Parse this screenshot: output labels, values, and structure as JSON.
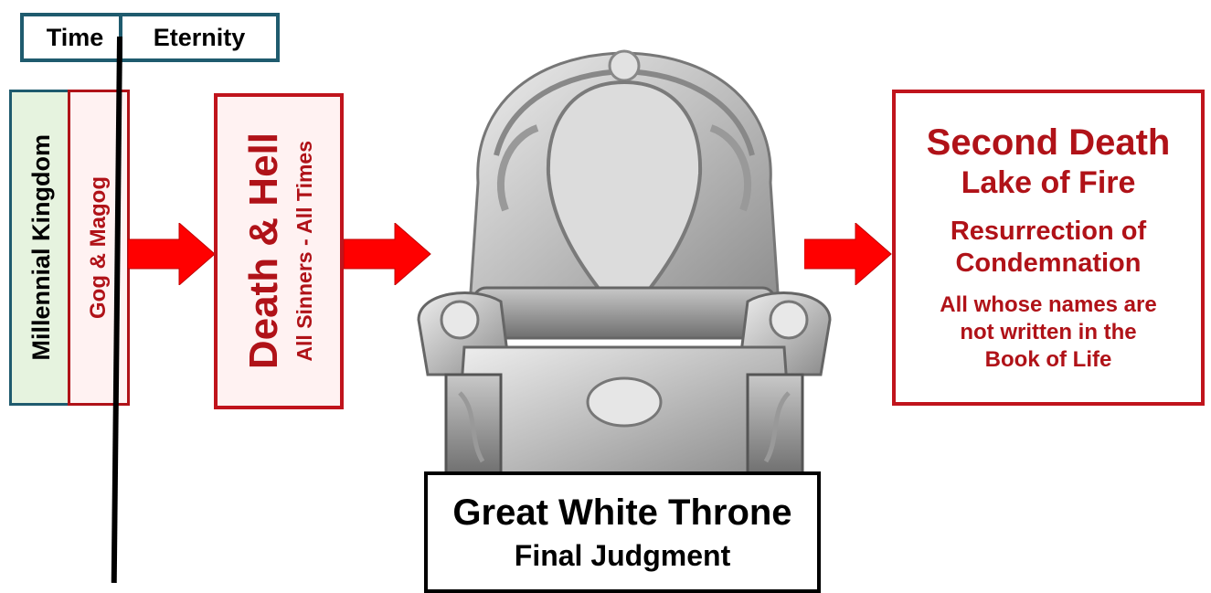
{
  "header": {
    "time_label": "Time",
    "eternity_label": "Eternity"
  },
  "stages": {
    "millennial": "Millennial Kingdom",
    "gog": "Gog & Magog",
    "death_hell": "Death & Hell",
    "all_sinners": "All Sinners  - All Times"
  },
  "throne": {
    "title": "Great White Throne",
    "subtitle": "Final Judgment"
  },
  "second_death": {
    "title": "Second Death",
    "lake": "Lake of Fire",
    "resurrection_line1": "Resurrection of",
    "resurrection_line2": "Condemnation",
    "names_line1": "All whose names are",
    "names_line2": "not written in the",
    "names_line3": "Book of Life"
  },
  "colors": {
    "accent_red": "#b01218",
    "arrow_red": "#ff0000",
    "teal_border": "#1f5b6e",
    "green_fill": "#e6f3df",
    "pink_fill": "#fff2f2"
  },
  "icons": [
    "right-arrow-icon",
    "throne-image"
  ]
}
